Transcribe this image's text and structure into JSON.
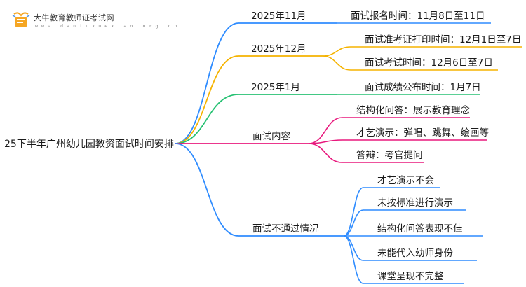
{
  "brand": {
    "name": "大牛教育教师证考试网",
    "url": "w w w . d a n i u x u e x i a o . o r g . c n"
  },
  "colors": {
    "blue": "#2f8cff",
    "orange": "#f5b300",
    "green": "#27c173",
    "magenta": "#e8197d",
    "text": "#1a1a1a"
  },
  "mindmap": {
    "root": "25下半年广州幼儿园教资面试时间安排",
    "branches": [
      {
        "label": "2025年11月",
        "color": "blue",
        "children": [
          "面试报名时间：11月8日至11日"
        ]
      },
      {
        "label": "2025年12月",
        "color": "orange",
        "children": [
          "面试准考证打印时间：12月1日至7日",
          "面试考试时间：12月6日至7日"
        ]
      },
      {
        "label": "2025年1月",
        "color": "green",
        "children": [
          "面试成绩公布时间：1月7日"
        ]
      },
      {
        "label": "面试内容",
        "color": "magenta",
        "children": [
          "结构化问答：展示教育理念",
          "才艺演示：弹唱、跳舞、绘画等",
          "答辩：考官提问"
        ]
      },
      {
        "label": "面试不通过情况",
        "color": "blue",
        "children": [
          "才艺演示不会",
          "未按标准进行演示",
          "结构化问答表现不佳",
          "未能代入幼师身份",
          "课堂呈现不完整"
        ]
      }
    ]
  }
}
